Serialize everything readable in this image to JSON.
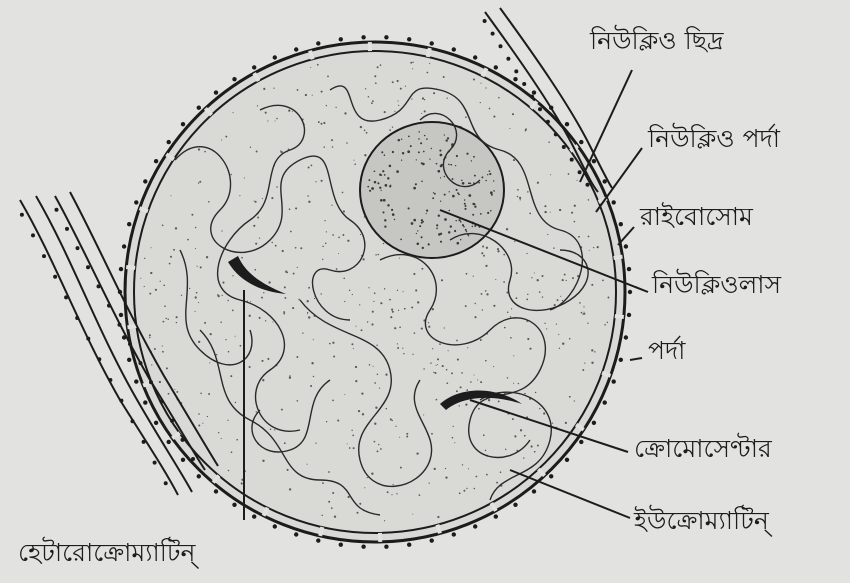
{
  "labels": {
    "nuclear_pore": "নিউক্লিও ছিদ্র",
    "nuclear_membrane": "নিউক্লিও পর্দা",
    "ribosome": "রাইবোসোম",
    "nucleolus": "নিউক্লিওলাস",
    "membrane": "পর্দা",
    "chromocenter": "ক্রোমোসেণ্টার",
    "euchromatin": "ইউক্রোম্যাটিন্",
    "heterochromatin": "হেটারোক্রোম্যাটিন্"
  },
  "colors": {
    "paper": "#e2e2e0",
    "ink": "#1c1c1c"
  }
}
